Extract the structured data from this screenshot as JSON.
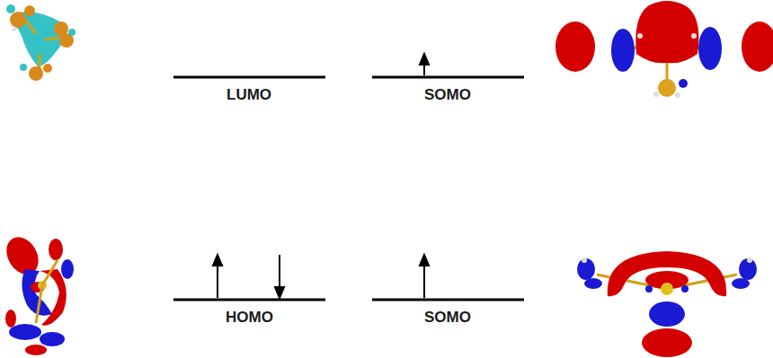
{
  "diagram": {
    "labels": [
      "LUMO",
      "SOMO",
      "HOMO",
      "SOMO"
    ]
  }
}
